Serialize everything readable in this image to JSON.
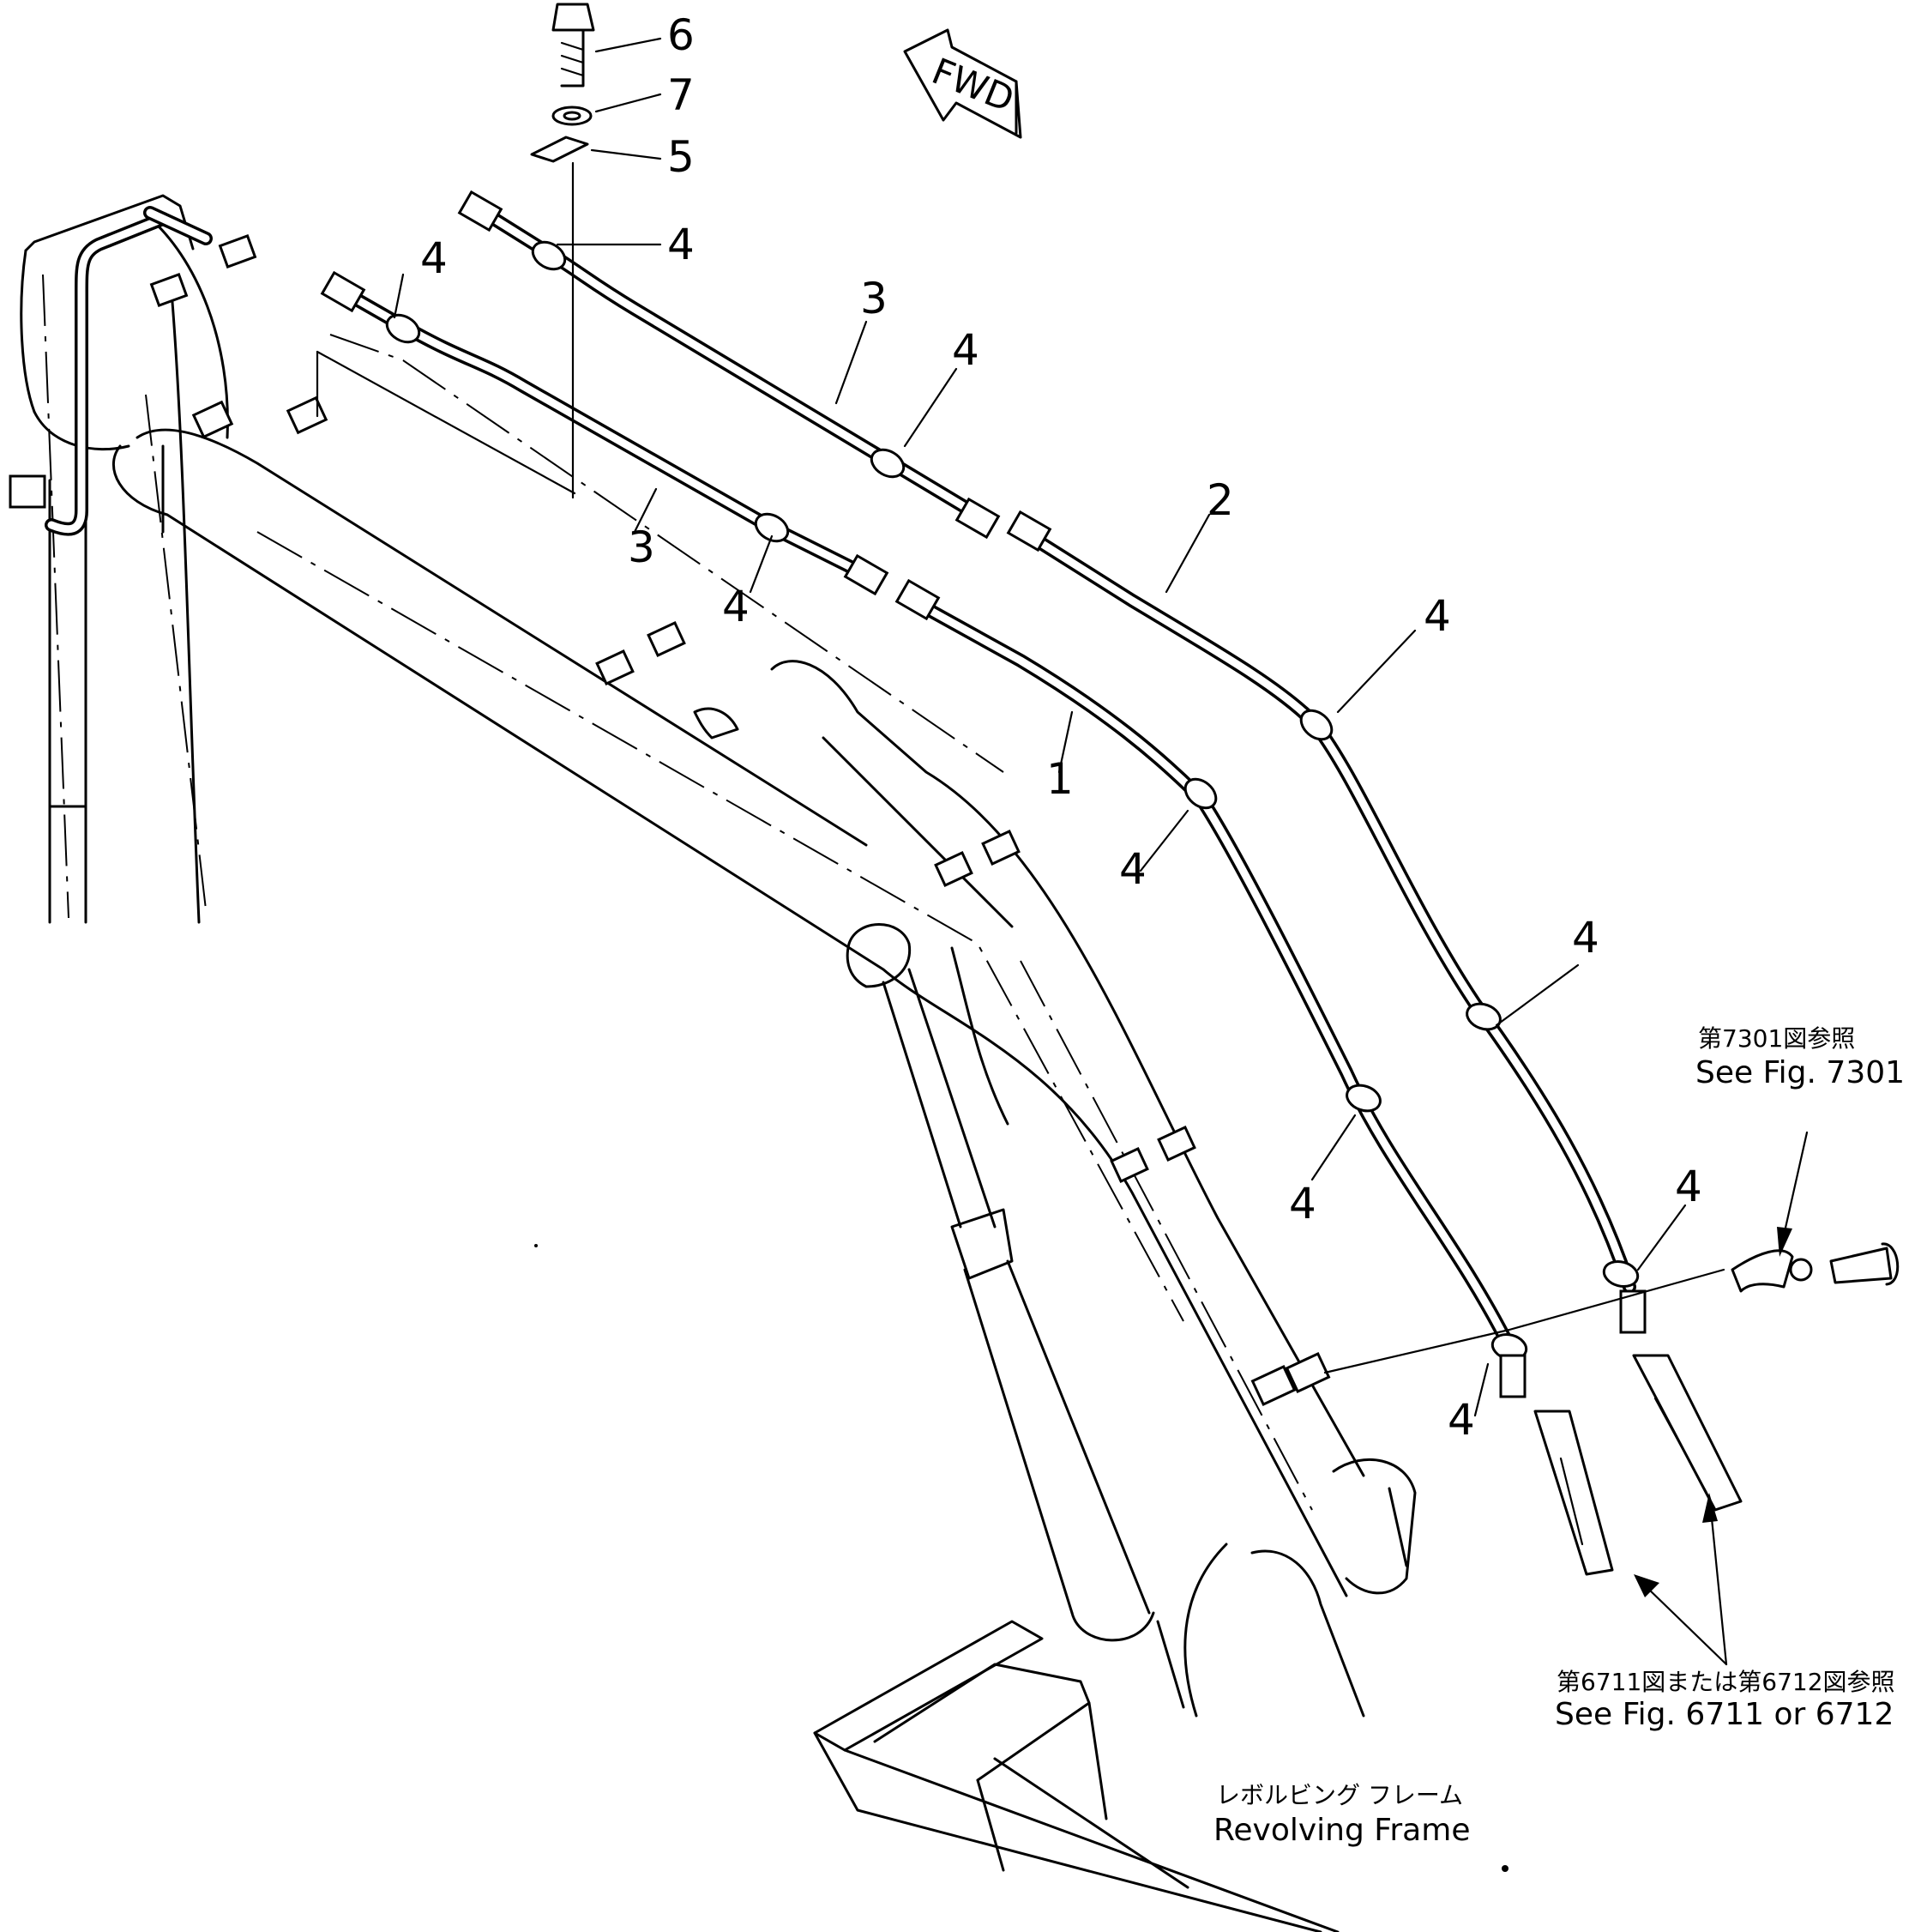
{
  "callouts": {
    "n6": "6",
    "n7": "7",
    "n5": "5",
    "n4_top": "4",
    "n4_leftpipe": "4",
    "n3_upper": "3",
    "n4_upper_mid": "4",
    "n3_lower": "3",
    "n4_lower_mid": "4",
    "n2": "2",
    "n1": "1",
    "n4_right_a": "4",
    "n4_left_a": "4",
    "n4_right_b": "4",
    "n4_left_b": "4",
    "n4_right_c": "4",
    "n4_left_c": "4"
  },
  "fwd_label": "FWD",
  "ref_7301": {
    "ja": "第7301図参照",
    "en": "See Fig. 7301"
  },
  "ref_6711": {
    "ja": "第6711図または第6712図参照",
    "en": "See Fig. 6711 or 6712"
  },
  "revolving_frame": {
    "ja": "レボルビング フレーム",
    "en": "Revolving Frame"
  }
}
